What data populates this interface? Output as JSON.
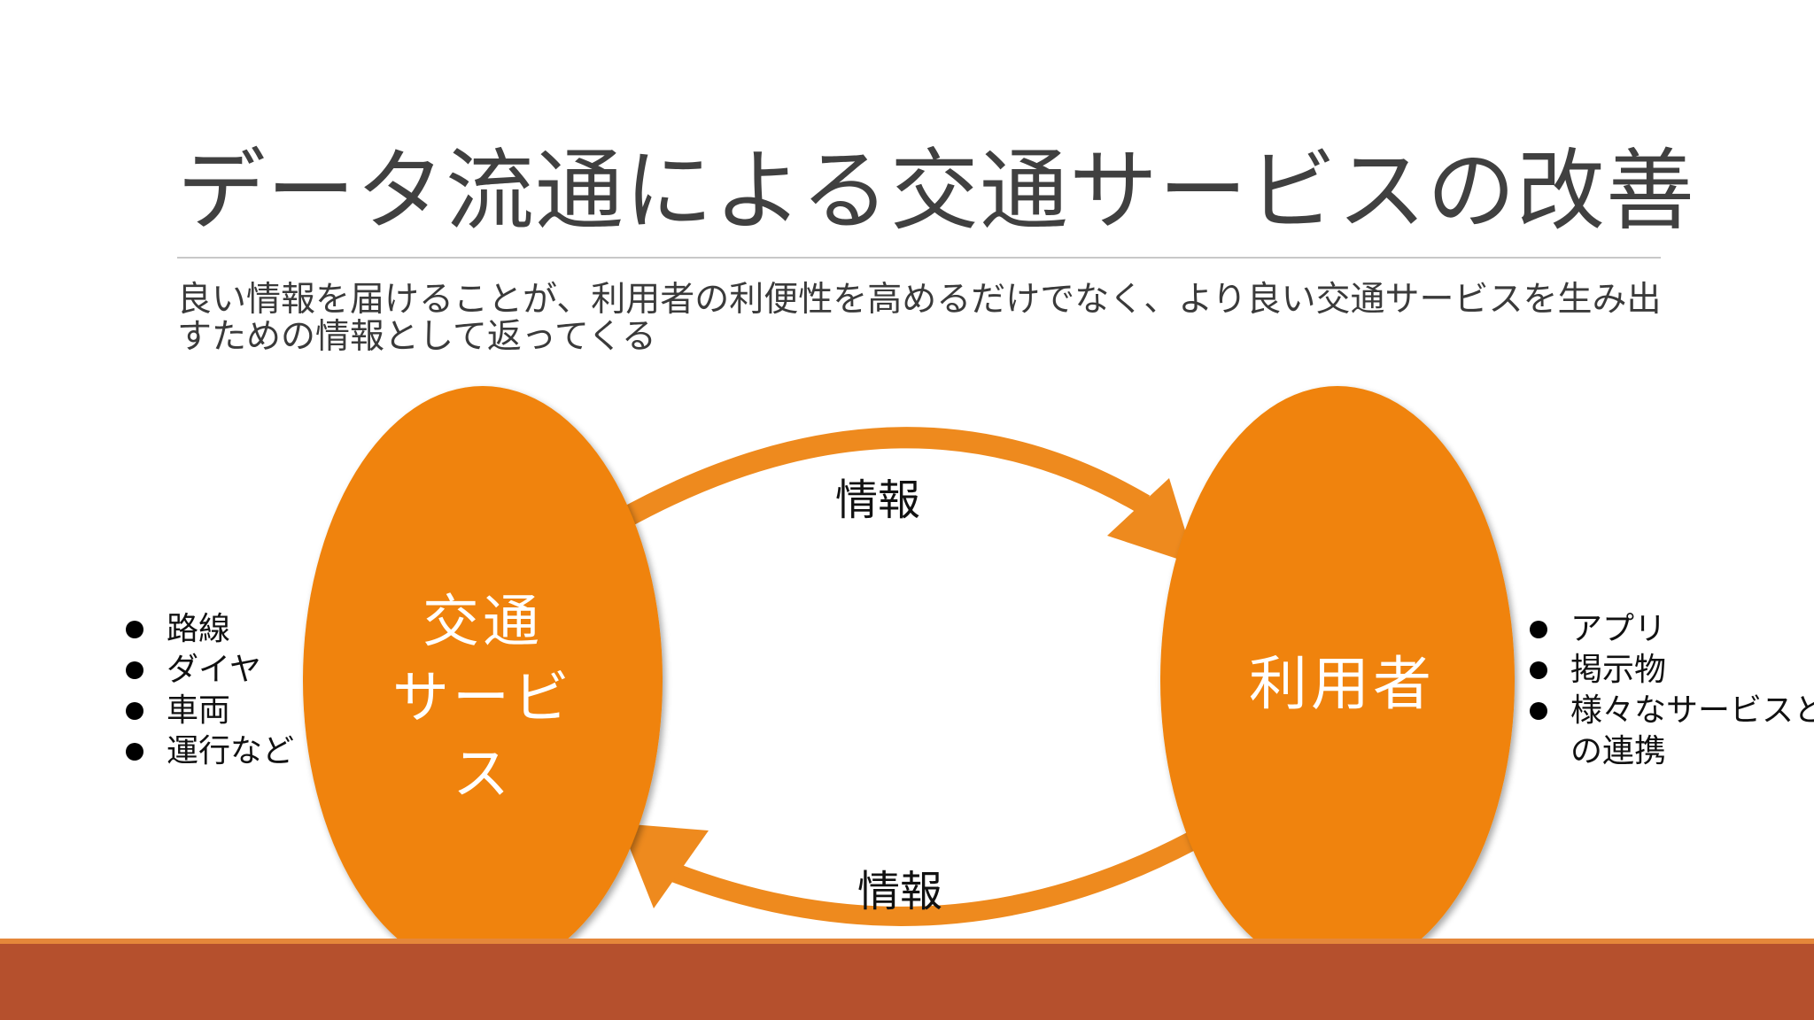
{
  "slide": {
    "title": "データ流通による交通サービスの改善",
    "subtitle": "良い情報を届けることが、利用者の利便性を高めるだけでなく、より良い交通サービスを生み出すための情報として返ってくる"
  },
  "diagram": {
    "left_node": {
      "line1": "交通",
      "line2": "サービ",
      "line3": "ス"
    },
    "right_node": {
      "label": "利用者"
    },
    "top_arrow_label": "情報",
    "bottom_arrow_label": "情報",
    "left_bullets": [
      "路線",
      "ダイヤ",
      "車両",
      "運行など"
    ],
    "right_bullets": {
      "item1": "アプリ",
      "item2": "掲示物",
      "item3_line1": "様々なサービスと",
      "item3_line2": "の連携"
    }
  },
  "colors": {
    "ellipse": "#f08307",
    "arrow": "#ee8a1e",
    "footer": "#b5502d",
    "footer_accent": "#e5873a",
    "title": "#404040"
  }
}
